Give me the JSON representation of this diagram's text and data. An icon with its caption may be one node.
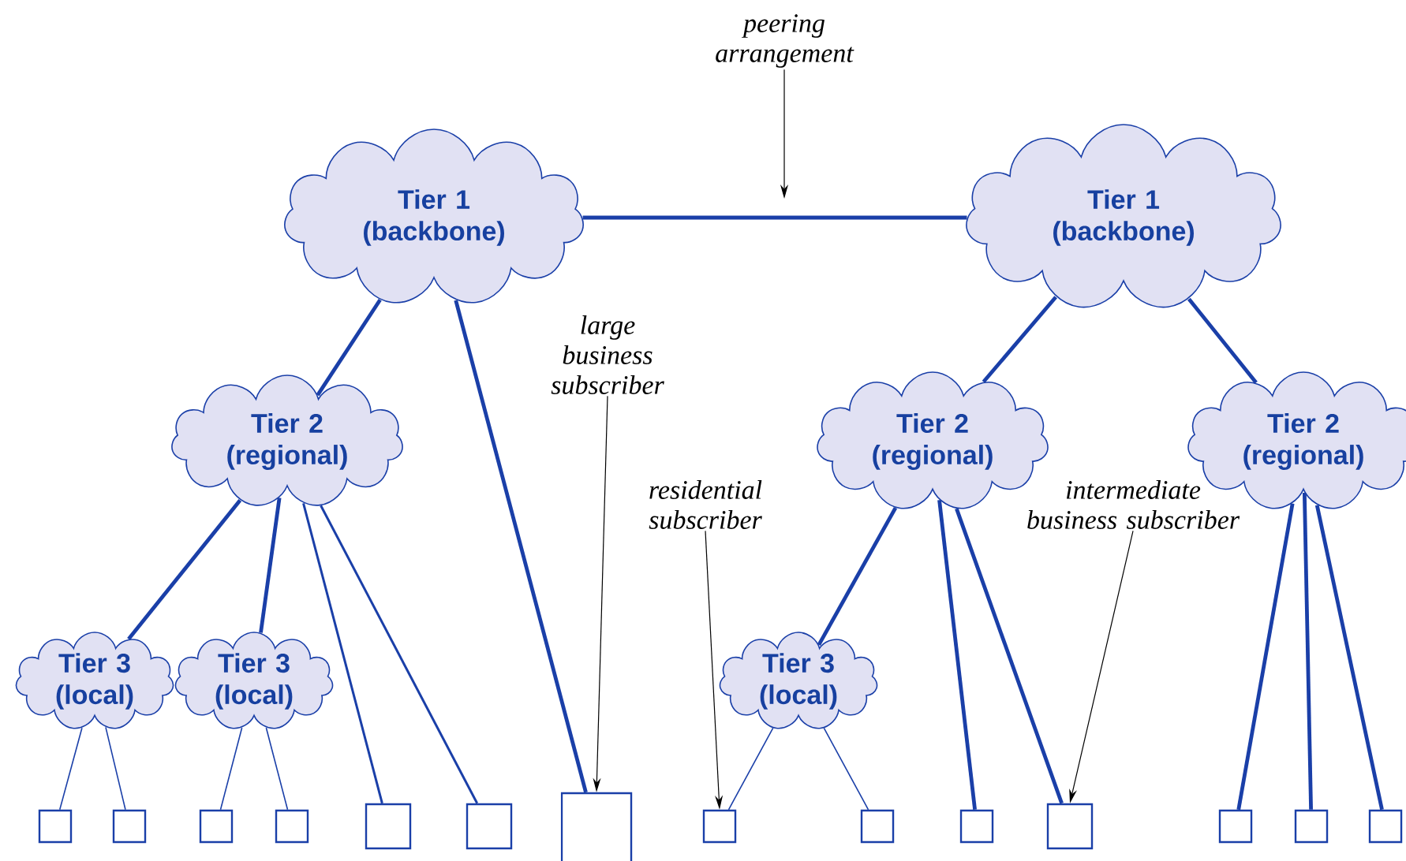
{
  "diagram": {
    "nodes": [
      {
        "text": [
          "Tier 1 (backbone)"
        ]
      },
      {
        "text": [
          "Tier 1 (backbone)"
        ]
      },
      {
        "text": [
          "Tier 2 (regional)"
        ]
      },
      {
        "text": [
          "Tier 2 (regional)"
        ]
      },
      {
        "text": [
          "Tier 2 (regional)"
        ]
      },
      {
        "text": [
          "Tier 3 (local)"
        ]
      },
      {
        "text": [
          "Tier 3 (local)"
        ]
      },
      {
        "text": [
          "Tier 3 (local)"
        ]
      },
      {
        "text": [],
        "shape": "box"
      },
      {
        "text": [],
        "shape": "box"
      },
      {
        "text": [],
        "shape": "box"
      },
      {
        "text": [],
        "shape": "box"
      },
      {
        "text": [],
        "shape": "box"
      },
      {
        "text": [],
        "shape": "box"
      },
      {
        "text": [],
        "shape": "box"
      },
      {
        "text": [],
        "shape": "box"
      },
      {
        "text": [],
        "shape": "box"
      },
      {
        "text": [],
        "shape": "box"
      },
      {
        "text": [],
        "shape": "box"
      },
      {
        "text": [],
        "shape": "box"
      },
      {
        "text": [],
        "shape": "box"
      },
      {
        "text": [],
        "shape": "box"
      },
      {
        "text": [
          "peering arrangement"
        ]
      },
      {
        "text": [
          "large business subscriber"
        ]
      },
      {
        "text": [
          "residential subscriber"
        ]
      },
      {
        "text": [
          "intermediate business subscriber"
        ]
      }
    ],
    "edges": [
      {
        "from": 0,
        "to": 1,
        "arrow": "none"
      },
      {
        "from": 0,
        "to": 2,
        "arrow": "none"
      },
      {
        "from": 0,
        "to": 14,
        "arrow": "none"
      },
      {
        "from": 2,
        "to": 5,
        "arrow": "none"
      },
      {
        "from": 2,
        "to": 6,
        "arrow": "none"
      },
      {
        "from": 2,
        "to": 12,
        "arrow": "none"
      },
      {
        "from": 2,
        "to": 13,
        "arrow": "none"
      },
      {
        "from": 5,
        "to": 8,
        "arrow": "none"
      },
      {
        "from": 5,
        "to": 9,
        "arrow": "none"
      },
      {
        "from": 6,
        "to": 10,
        "arrow": "none"
      },
      {
        "from": 6,
        "to": 11,
        "arrow": "none"
      },
      {
        "from": 1,
        "to": 3,
        "arrow": "none"
      },
      {
        "from": 1,
        "to": 4,
        "arrow": "none"
      },
      {
        "from": 3,
        "to": 7,
        "arrow": "none"
      },
      {
        "from": 3,
        "to": 17,
        "arrow": "none"
      },
      {
        "from": 3,
        "to": 18,
        "arrow": "none"
      },
      {
        "from": 7,
        "to": 15,
        "arrow": "none"
      },
      {
        "from": 7,
        "to": 16,
        "arrow": "none"
      },
      {
        "from": 4,
        "to": 19,
        "arrow": "none"
      },
      {
        "from": 4,
        "to": 20,
        "arrow": "none"
      },
      {
        "from": 4,
        "to": 21,
        "arrow": "none"
      },
      {
        "from": 22,
        "to": null,
        "arrow": "to",
        "color": "#000000"
      },
      {
        "from": 23,
        "to": 14,
        "arrow": "to",
        "color": "#000000"
      },
      {
        "from": 24,
        "to": 15,
        "arrow": "to",
        "color": "#000000"
      },
      {
        "from": 25,
        "to": 18,
        "arrow": "to",
        "color": "#000000"
      }
    ]
  }
}
